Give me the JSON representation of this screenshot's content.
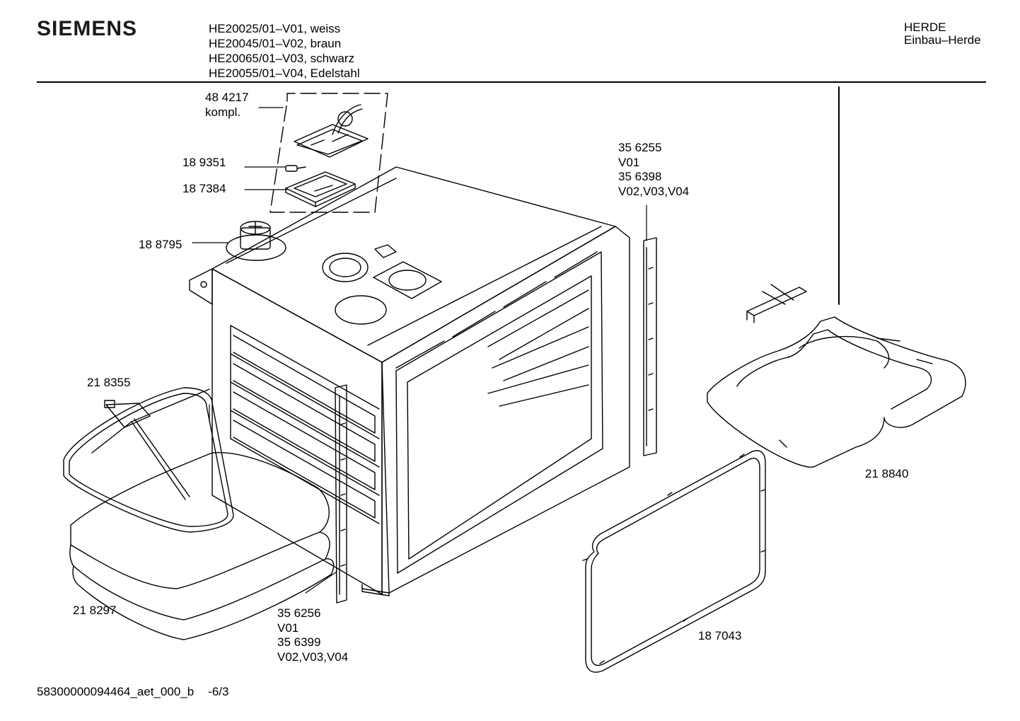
{
  "header": {
    "brand": "SIEMENS",
    "models": [
      "HE20025/01–V01, weiss",
      "HE20045/01–V02, braun",
      "HE20065/01–V03, schwarz",
      "HE20055/01–V04, Edelstahl"
    ],
    "category": "HERDE",
    "subcategory": "Einbau–Herde"
  },
  "parts": {
    "p484217": {
      "number": "48 4217",
      "note": "kompl."
    },
    "p189351": {
      "number": "18 9351"
    },
    "p187384": {
      "number": "18 7384"
    },
    "p188795": {
      "number": "18 8795"
    },
    "p218355": {
      "number": "21 8355"
    },
    "p218297": {
      "number": "21 8297"
    },
    "p356256": {
      "lines": [
        "35 6256",
        "V01",
        "35 6399",
        "V02,V03,V04"
      ]
    },
    "p356255": {
      "lines": [
        "35 6255",
        "V01",
        "35 6398",
        "V02,V03,V04"
      ]
    },
    "p218840": {
      "number": "21 8840"
    },
    "p187043": {
      "number": "18 7043"
    }
  },
  "footer": {
    "doc_id": "58300000094464_aet_000_b",
    "page": "-6/3"
  }
}
